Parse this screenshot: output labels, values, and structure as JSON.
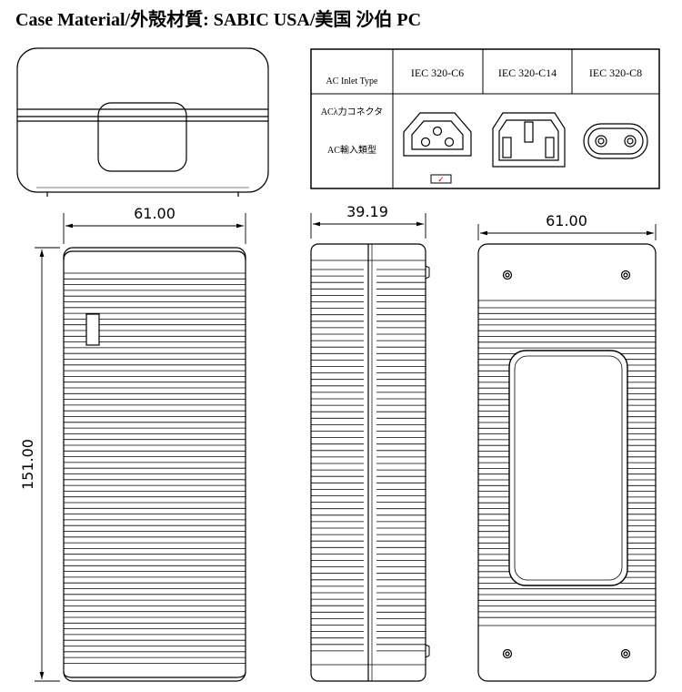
{
  "title": "Case Material/外殻材質: SABIC USA/美国 沙伯 PC",
  "inlet_table": {
    "row_headers": [
      "AC Inlet Type",
      "ACλ力コネクタ",
      "AC輸入類型"
    ],
    "columns": [
      "IEC 320-C6",
      "IEC 320-C14",
      "IEC 320-C8"
    ],
    "selected_column": 0,
    "check_mark": "✓"
  },
  "dimensions": {
    "front_width": "61.00",
    "side_depth": "39.19",
    "back_width": "61.00",
    "height": "151.00"
  }
}
